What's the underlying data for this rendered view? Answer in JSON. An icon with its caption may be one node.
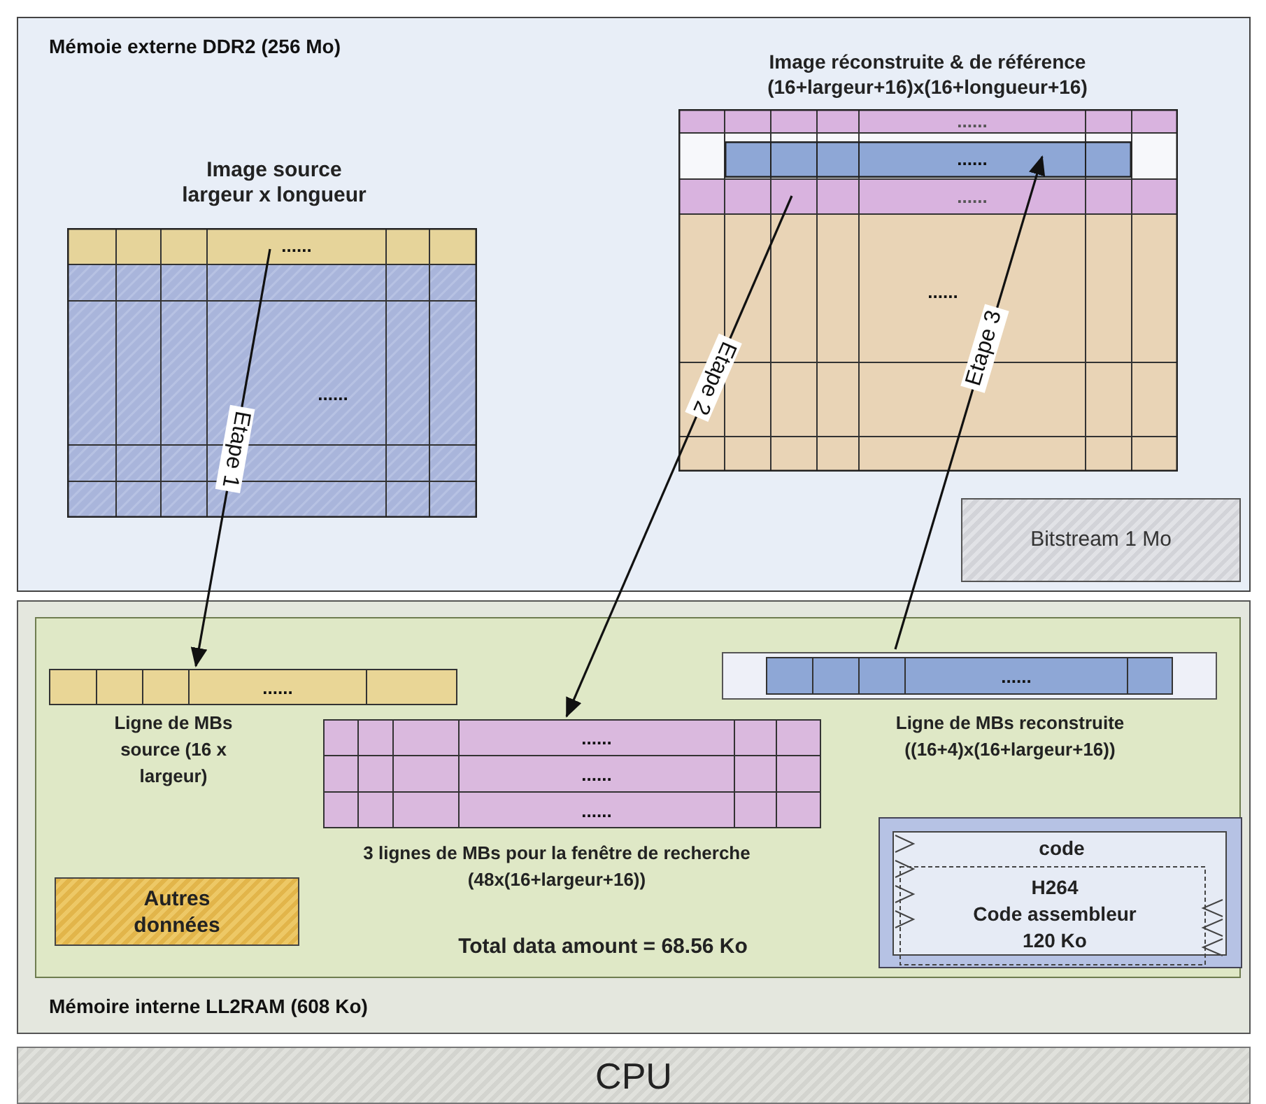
{
  "diagram": {
    "nodes": [
      {
        "text": [
          "Mémoie externe DDR2 (256 Mo)"
        ]
      },
      {
        "text": [
          "Image source largeur x longueur",
          "......",
          "......"
        ],
        "in": 0
      },
      {
        "text": [
          "Image réconstruite & de référence (16+largeur+16)x(16+longueur+16)",
          "......",
          "......",
          "......"
        ],
        "in": 0
      },
      {
        "text": [
          "......"
        ],
        "in": 2
      },
      {
        "text": [
          "Bitstream 1 Mo"
        ],
        "in": 0
      },
      {
        "text": [
          "Mémoire interne LL2RAM (608 Ko)"
        ]
      },
      {
        "text": [
          "Total data amount = 68.56 Ko"
        ],
        "in": 5
      },
      {
        "text": [
          "......"
        ],
        "beside": [
          "Ligne de MBs source (16 x largeur)"
        ],
        "in": 6
      },
      {
        "text": [
          "......",
          "......",
          "......"
        ],
        "beside": [
          "3 lignes de MBs pour la fenêtre de recherche (48x(16+largeur+16))"
        ],
        "in": 6
      },
      {
        "text": [
          "......"
        ],
        "beside": [
          "Ligne de MBs reconstruite ((16+4)x(16+largeur+16))"
        ],
        "in": 6
      },
      {
        "text": [
          "Autres données"
        ],
        "in": 6
      },
      {
        "text": [
          "code",
          "H264",
          "Code assembleur",
          "120 Ko"
        ],
        "in": 6
      },
      {
        "text": [
          "CPU"
        ]
      }
    ],
    "edges": [
      {
        "from": 1,
        "to": 7,
        "arrow": "to",
        "label": "Etape 1"
      },
      {
        "from": 2,
        "to": 8,
        "arrow": "to",
        "label": "Etape 2"
      },
      {
        "from": 9,
        "to": 3,
        "arrow": "to",
        "label": "Etape 3"
      }
    ]
  }
}
